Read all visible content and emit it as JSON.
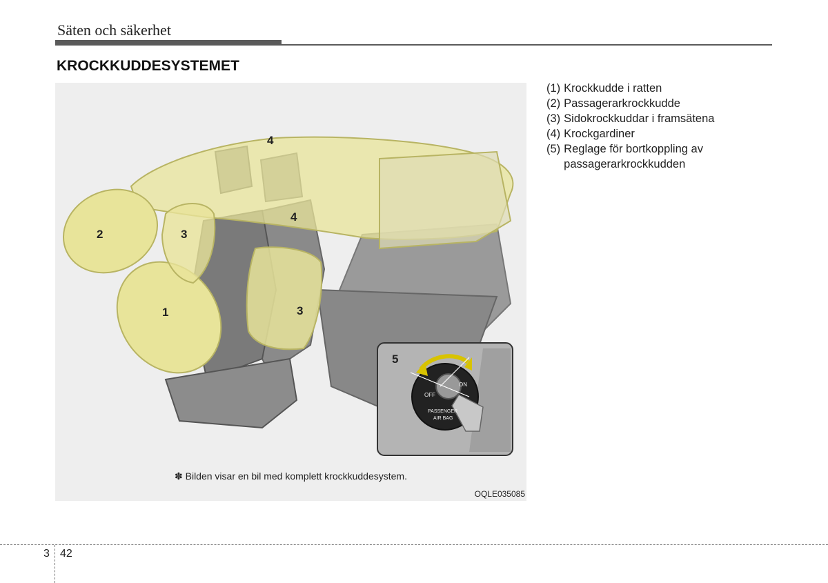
{
  "header": {
    "section_title": "Säten och säkerhet",
    "heading": "KROCKKUDDESYSTEMET"
  },
  "figure": {
    "callouts": [
      "1",
      "2",
      "3",
      "3",
      "4",
      "4",
      "5"
    ],
    "inset": {
      "switch_off": "OFF",
      "switch_on": "ON",
      "switch_label_line1": "PASSENGER",
      "switch_label_line2": "AIR BAG"
    },
    "caption": "✽ Bilden visar en bil med komplett krockkuddesystem.",
    "code": "OQLE035085"
  },
  "legend": [
    {
      "num": "(1)",
      "text": "Krockkudde i ratten"
    },
    {
      "num": "(2)",
      "text": "Passagerarkrockkudde"
    },
    {
      "num": "(3)",
      "text": "Sidokrockkuddar i framsätena"
    },
    {
      "num": "(4)",
      "text": "Krockgardiner"
    },
    {
      "num": "(5)",
      "text": "Reglage för bortkoppling av passagerarkrockkudden"
    }
  ],
  "footer": {
    "chapter": "3",
    "page": "42"
  },
  "colors": {
    "airbag": "#e8e49a",
    "airbag_stroke": "#b8b463",
    "seat": "#8e8e8e",
    "rule": "#5a5a5a",
    "figure_bg": "#eeeeee"
  }
}
